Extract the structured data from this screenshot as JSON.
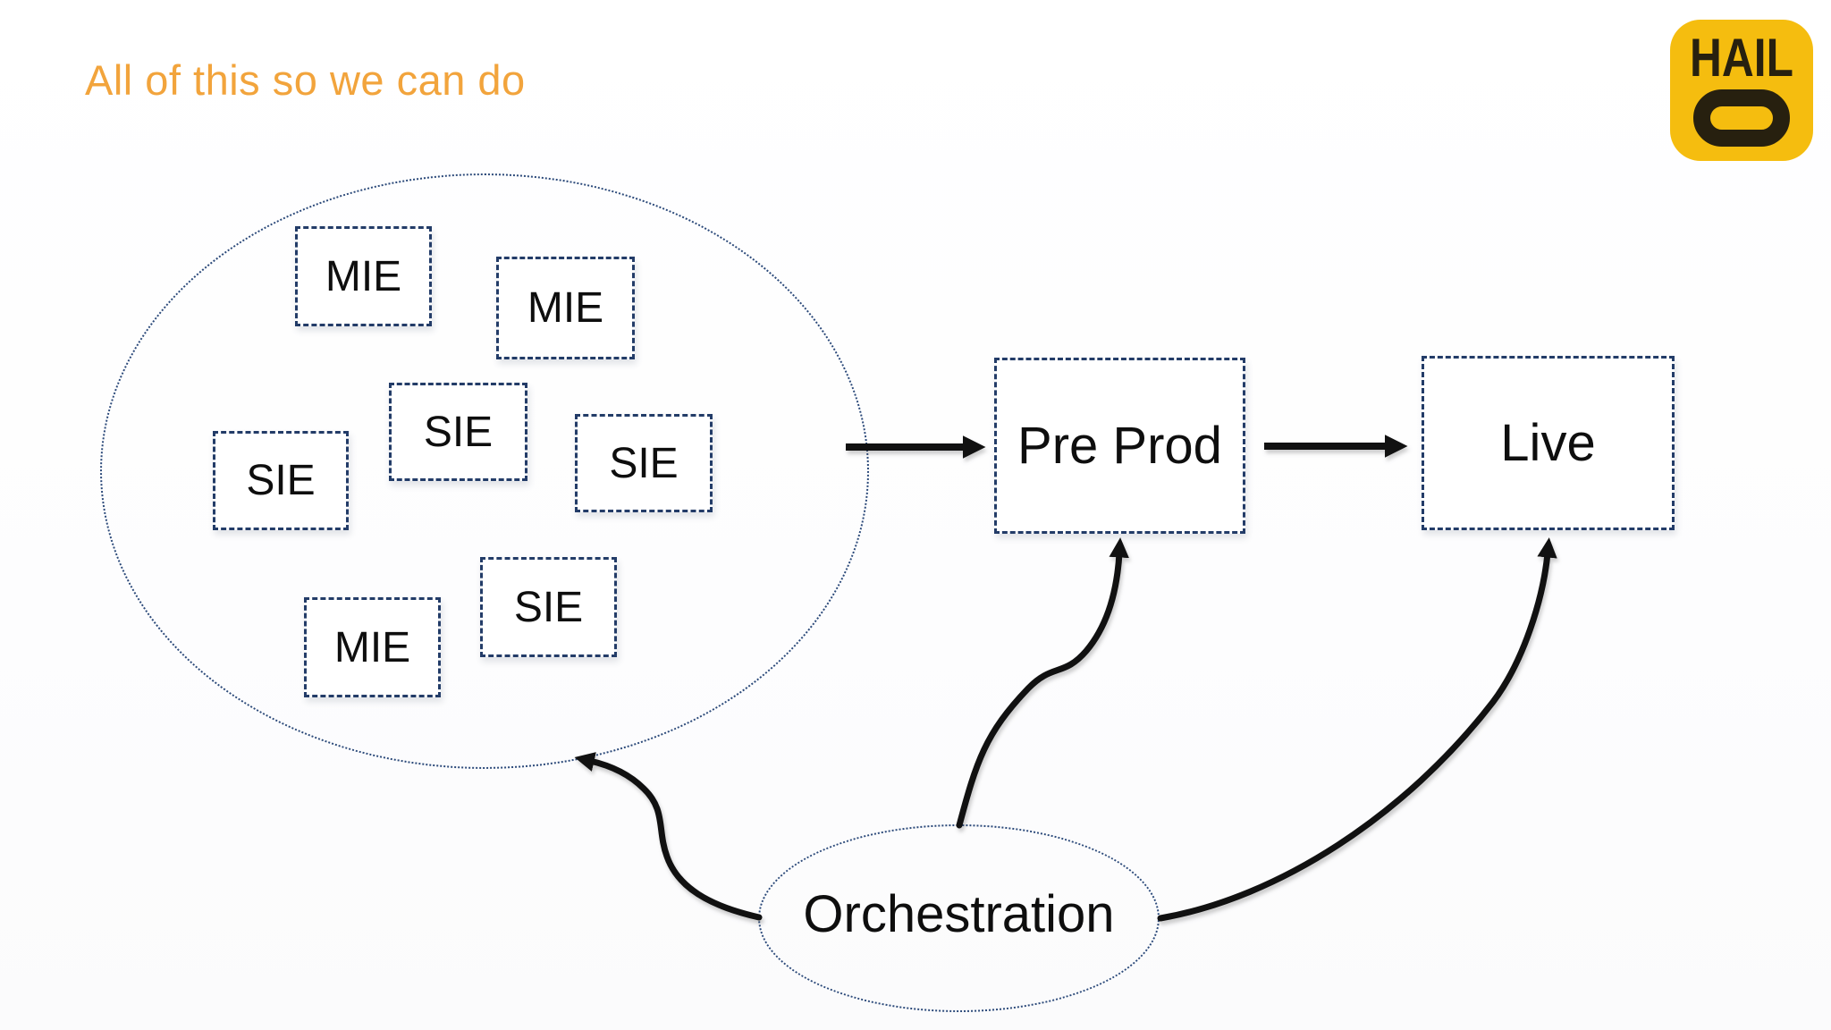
{
  "title": {
    "text": "All of this so we can do"
  },
  "logo": {
    "brand": "HAIL",
    "o_mark": "stadium-o"
  },
  "diagram": {
    "cluster": {
      "nodes": [
        {
          "label": "MIE"
        },
        {
          "label": "MIE"
        },
        {
          "label": "SIE"
        },
        {
          "label": "SIE"
        },
        {
          "label": "SIE"
        },
        {
          "label": "SIE"
        },
        {
          "label": "MIE"
        }
      ]
    },
    "stages": [
      {
        "label": "Pre Prod"
      },
      {
        "label": "Live"
      }
    ],
    "orchestrator": {
      "label": "Orchestration"
    },
    "flows": [
      "cluster-to-pre-prod",
      "pre-prod-to-live",
      "orchestration-to-pre-prod",
      "orchestration-to-cluster",
      "orchestration-to-live"
    ],
    "colors": {
      "accent_orange": "#F2A43C",
      "dash_navy": "#233C68",
      "dot_navy": "#2C4A7A",
      "arrow_black": "#111111",
      "logo_yellow": "#F5BD0F",
      "logo_ink": "#27200F"
    }
  }
}
